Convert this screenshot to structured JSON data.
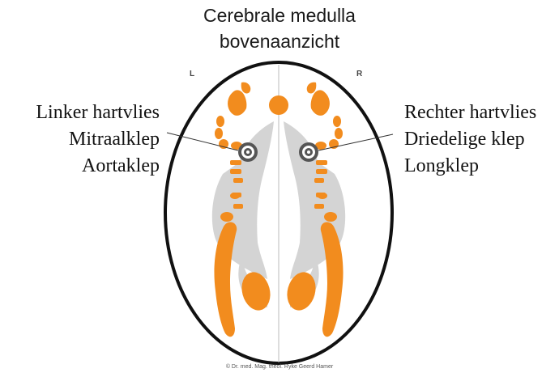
{
  "title": {
    "line1": "Cerebrale medulla",
    "line2": "bovenaanzicht"
  },
  "left_labels": [
    "Linker hartvlies",
    "Mitraalklep",
    "Aortaklep"
  ],
  "right_labels": [
    "Rechter hartvlies",
    "Driedelige klep",
    "Longklep"
  ],
  "corner_labels": {
    "left": "L",
    "right": "R"
  },
  "copyright": "© Dr. med. Mag. theol. Ryke Geerd Hamer",
  "colors": {
    "relay_orange": "#f28c1e",
    "ventricle_grey": "#d4d4d4",
    "outline": "#111111",
    "midline": "#bbbbbb"
  }
}
